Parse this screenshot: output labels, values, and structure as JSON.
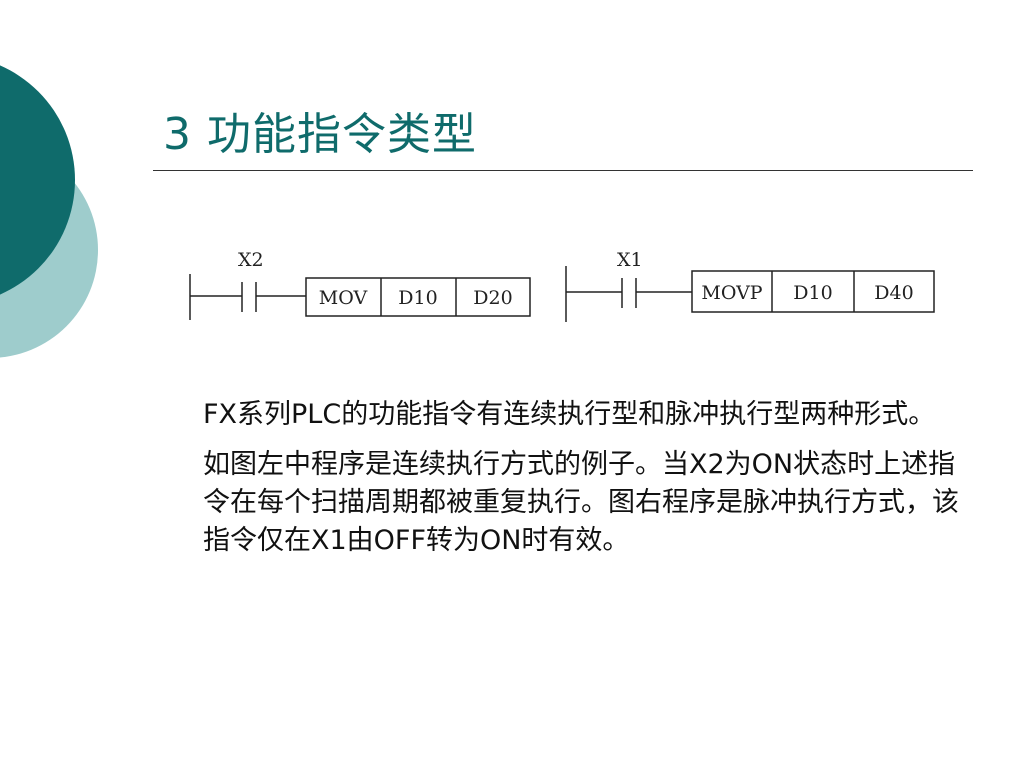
{
  "slide": {
    "title": "3  功能指令类型",
    "diagram_left": {
      "contact": "X2",
      "cells": [
        "MOV",
        "D10",
        "D20"
      ]
    },
    "diagram_right": {
      "contact": "X1",
      "cells": [
        "MOVP",
        "D10",
        "D40"
      ]
    },
    "paragraphs": [
      " FX系列PLC的功能指令有连续执行型和脉冲执行型两种形式。",
      "如图左中程序是连续执行方式的例子。当X2为ON状态时上述指令在每个扫描周期都被重复执行。图右程序是脉冲执行方式，该指令仅在X1由OFF转为ON时有效。"
    ]
  },
  "colors": {
    "accent": "#0f6b6b",
    "circle_dark": "#0f6b6b",
    "circle_light": "#9ecccc"
  }
}
